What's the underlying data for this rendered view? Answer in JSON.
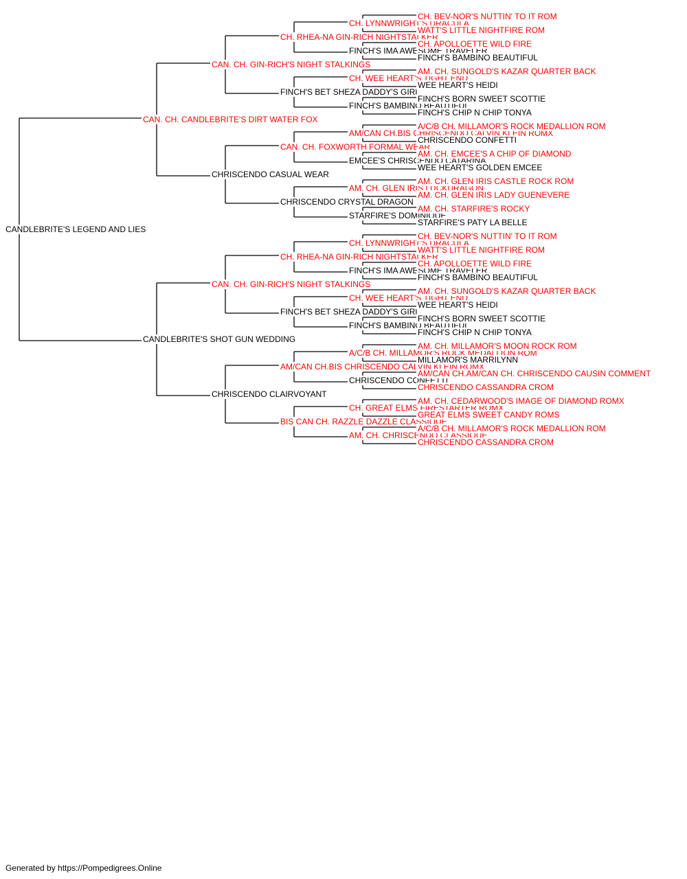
{
  "pedigree": {
    "name": "CANDLEBRITE'S LEGEND AND LIES",
    "champion": false,
    "sire": {
      "name": "CAN. CH. CANDLEBRITE'S DIRT WATER FOX",
      "champion": true,
      "sire": {
        "name": "CAN. CH. GIN-RICH'S NIGHT STALKINGS",
        "champion": true,
        "sire": {
          "name": "CH. RHEA-NA GIN-RICH NIGHTSTALKER",
          "champion": true,
          "sire": {
            "name": "CH. LYNNWRIGHT'S DRACULA",
            "champion": true,
            "sire": {
              "name": "CH. BEV-NOR'S NUTTIN' TO IT ROM",
              "champion": true
            },
            "dam": {
              "name": "WATT'S LITTLE NIGHTFIRE ROM",
              "champion": true
            }
          },
          "dam": {
            "name": "FINCH'S IMA AWESOME TRAVELER",
            "champion": false,
            "sire": {
              "name": "CH. APOLLOETTE WILD FIRE",
              "champion": true
            },
            "dam": {
              "name": "FINCH'S BAMBINO BEAUTIFUL",
              "champion": false
            }
          }
        },
        "dam": {
          "name": "FINCH'S BET SHEZA DADDY'S GIRL",
          "champion": false,
          "sire": {
            "name": "CH. WEE HEART'S TIGHT END",
            "champion": true,
            "sire": {
              "name": "AM. CH. SUNGOLD'S KAZAR QUARTER BACK",
              "champion": true
            },
            "dam": {
              "name": "WEE HEART'S HEIDI",
              "champion": false
            }
          },
          "dam": {
            "name": "FINCH'S BAMBINO BEAUTIFUL",
            "champion": false,
            "sire": {
              "name": "FINCH'S BORN SWEET SCOTTIE",
              "champion": false
            },
            "dam": {
              "name": "FINCH'S CHIP N CHIP TONYA",
              "champion": false
            }
          }
        }
      },
      "dam": {
        "name": "CHRISCENDO CASUAL WEAR",
        "champion": false,
        "sire": {
          "name": "CAN. CH. FOXWORTH FORMAL WEAR",
          "champion": true,
          "sire": {
            "name": "AM/CAN CH.BIS CHRISCENDO CALVIN KLEIN ROMX",
            "champion": true,
            "sire": {
              "name": "A/C/B CH. MILLAMOR'S ROCK MEDALLION ROM",
              "champion": true
            },
            "dam": {
              "name": "CHRISCENDO CONFETTI",
              "champion": false
            }
          },
          "dam": {
            "name": "EMCEE'S CHRISCENDO CATARINA",
            "champion": false,
            "sire": {
              "name": "AM. CH. EMCEE'S A CHIP OF DIAMOND",
              "champion": true
            },
            "dam": {
              "name": "WEE HEART'S GOLDEN EMCEE",
              "champion": false
            }
          }
        },
        "dam": {
          "name": "CHRISCENDO CRYSTAL DRAGON",
          "champion": false,
          "sire": {
            "name": "AM. CH. GLEN IRIS LUCKDRAGON",
            "champion": true,
            "sire": {
              "name": "AM. CH. GLEN IRIS CASTLE ROCK ROM",
              "champion": true
            },
            "dam": {
              "name": "AM. CH. GLEN IRIS LADY GUENEVERE",
              "champion": true
            }
          },
          "dam": {
            "name": "STARFIRE'S DOMINIQUE",
            "champion": false,
            "sire": {
              "name": "AM. CH. STARFIRE'S ROCKY",
              "champion": true
            },
            "dam": {
              "name": "STARFIRE'S PATY LA BELLE",
              "champion": false
            }
          }
        }
      }
    },
    "dam": {
      "name": "CANDLEBRITE'S SHOT GUN WEDDING",
      "champion": false,
      "sire": {
        "name": "CAN. CH. GIN-RICH'S NIGHT STALKINGS",
        "champion": true,
        "sire": {
          "name": "CH. RHEA-NA GIN-RICH NIGHTSTALKER",
          "champion": true,
          "sire": {
            "name": "CH. LYNNWRIGHT'S DRACULA",
            "champion": true,
            "sire": {
              "name": "CH. BEV-NOR'S NUTTIN' TO IT ROM",
              "champion": true
            },
            "dam": {
              "name": "WATT'S LITTLE NIGHTFIRE ROM",
              "champion": true
            }
          },
          "dam": {
            "name": "FINCH'S IMA AWESOME TRAVELER",
            "champion": false,
            "sire": {
              "name": "CH. APOLLOETTE WILD FIRE",
              "champion": true
            },
            "dam": {
              "name": "FINCH'S BAMBINO BEAUTIFUL",
              "champion": false
            }
          }
        },
        "dam": {
          "name": "FINCH'S BET SHEZA DADDY'S GIRL",
          "champion": false,
          "sire": {
            "name": "CH. WEE HEART'S TIGHT END",
            "champion": true,
            "sire": {
              "name": "AM. CH. SUNGOLD'S KAZAR QUARTER BACK",
              "champion": true
            },
            "dam": {
              "name": "WEE HEART'S HEIDI",
              "champion": false
            }
          },
          "dam": {
            "name": "FINCH'S BAMBINO BEAUTIFUL",
            "champion": false,
            "sire": {
              "name": "FINCH'S BORN SWEET SCOTTIE",
              "champion": false
            },
            "dam": {
              "name": "FINCH'S CHIP N CHIP TONYA",
              "champion": false
            }
          }
        }
      },
      "dam": {
        "name": "CHRISCENDO CLAIRVOYANT",
        "champion": false,
        "sire": {
          "name": "AM/CAN CH.BIS CHRISCENDO CALVIN KLEIN ROMX",
          "champion": true,
          "sire": {
            "name": "A/C/B CH. MILLAMOR'S ROCK MEDALLION ROM",
            "champion": true,
            "sire": {
              "name": "AM. CH. MILLAMOR'S MOON ROCK ROM",
              "champion": true
            },
            "dam": {
              "name": "MILLAMOR'S MARRILYNN",
              "champion": false
            }
          },
          "dam": {
            "name": "CHRISCENDO CONFETTI",
            "champion": false,
            "sire": {
              "name": "AM/CAN CH.AM/CAN CH. CHRISCENDO CAUSIN COMMENT",
              "champion": true
            },
            "dam": {
              "name": "CHRISCENDO CASSANDRA CROM",
              "champion": true
            }
          }
        },
        "dam": {
          "name": "BIS CAN CH. RAZZLE DAZZLE CLASSIQUE",
          "champion": true,
          "sire": {
            "name": "CH. GREAT ELMS FIRESTARTER ROMX",
            "champion": true,
            "sire": {
              "name": "AM. CH. CEDARWOOD'S IMAGE OF DIAMOND ROMX",
              "champion": true
            },
            "dam": {
              "name": "GREAT ELMS SWEET CANDY ROMS",
              "champion": true
            }
          },
          "dam": {
            "name": "AM. CH. CHRISCENDO CLASSIQUE",
            "champion": true,
            "sire": {
              "name": "A/C/B CH. MILLAMOR'S ROCK MEDALLION ROM",
              "champion": true
            },
            "dam": {
              "name": "CHRISCENDO CASSANDRA CROM",
              "champion": true
            }
          }
        }
      }
    }
  },
  "colors": {
    "champion": "#ff0000",
    "regular": "#000000",
    "line": "#000000"
  },
  "footer": "Generated by https://Pompedigrees.Online"
}
